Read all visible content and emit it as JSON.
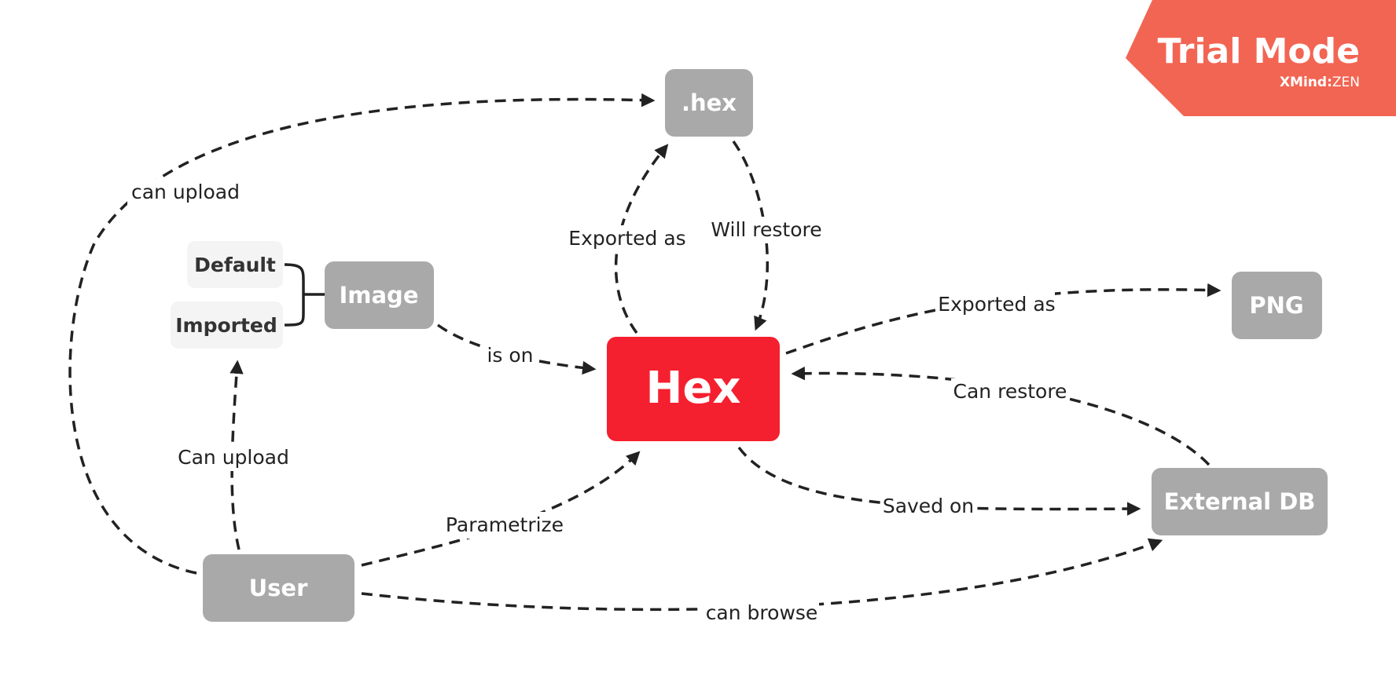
{
  "colors": {
    "central": "#f5202f",
    "node": "#a9a9a9",
    "subnode": "#f4f4f4",
    "badge": "#f26553",
    "line": "#222222"
  },
  "nodes": {
    "hex": "Hex",
    "hex_file": ".hex",
    "image": "Image",
    "default": "Default",
    "imported": "Imported",
    "png": "PNG",
    "external_db": "External DB",
    "user": "User"
  },
  "relationships": {
    "user_to_hexfile": "can upload",
    "hex_to_hexfile": "Exported as",
    "hexfile_to_hex": "Will restore",
    "image_to_hex": "is on",
    "hex_to_png": "Exported as",
    "externaldb_to_hex": "Can restore",
    "user_to_imported": "Can upload",
    "user_to_hex": "Parametrize",
    "hex_to_externaldb": "Saved on",
    "user_to_externaldb": "can browse"
  },
  "badge": {
    "title": "Trial Mode",
    "brand": "XMind",
    "separator": ":",
    "edition": "ZEN"
  }
}
